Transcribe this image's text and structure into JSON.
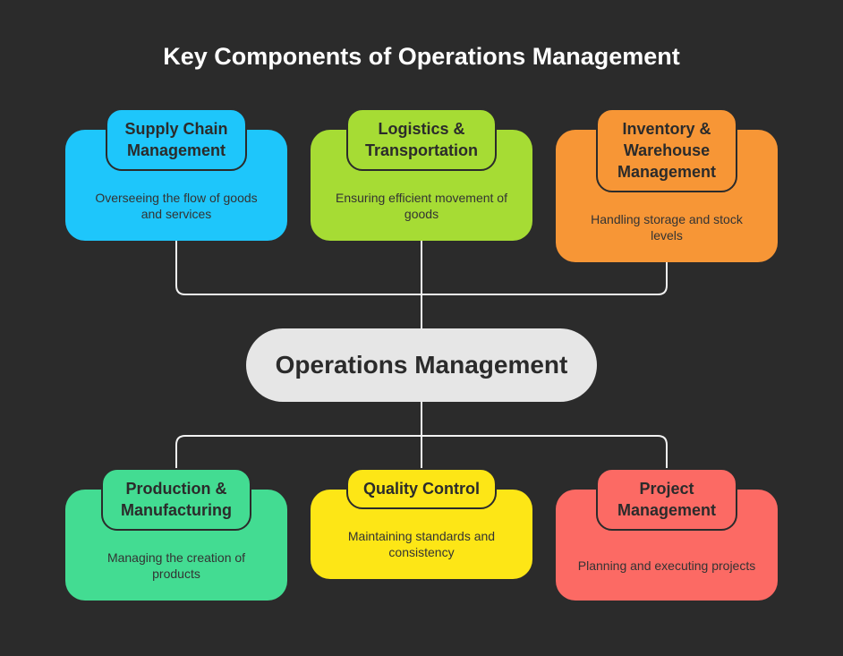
{
  "title": "Key Components of Operations Management",
  "center": "Operations Management",
  "components": [
    {
      "title": "Supply Chain Management",
      "description": "Overseeing the flow of goods and services",
      "color": "#1ec6fb"
    },
    {
      "title": "Logistics & Transportation",
      "description": "Ensuring efficient movement of goods",
      "color": "#a6dc34"
    },
    {
      "title": "Inventory & Warehouse Management",
      "description": "Handling storage and stock levels",
      "color": "#f79636"
    },
    {
      "title": "Production & Manufacturing",
      "description": "Managing the creation of products",
      "color": "#43dc92"
    },
    {
      "title": "Quality Control",
      "description": "Maintaining standards and consistency",
      "color": "#fde616"
    },
    {
      "title": "Project Management",
      "description": "Planning and executing projects",
      "color": "#fc6a64"
    }
  ]
}
